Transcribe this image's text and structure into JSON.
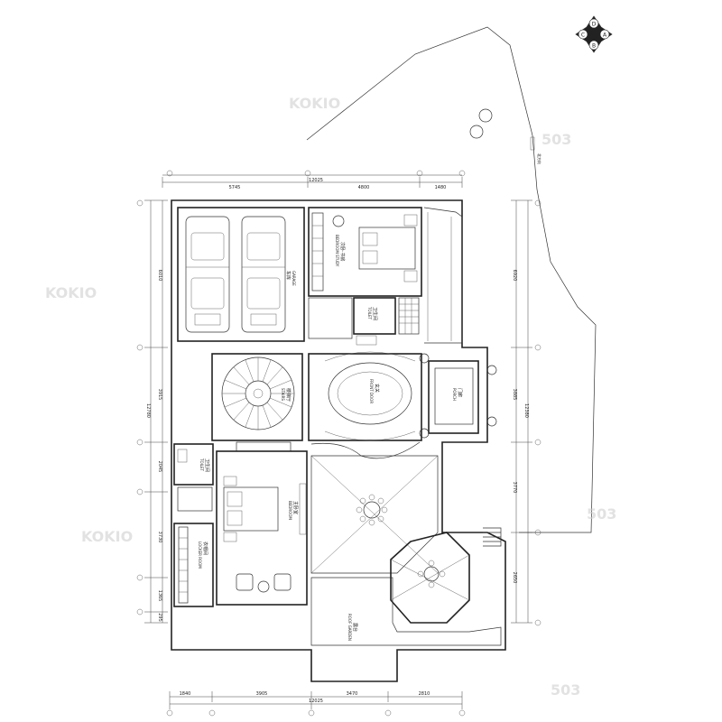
{
  "compass": {
    "letters": [
      "D",
      "A",
      "C",
      "B"
    ]
  },
  "dimensions": {
    "top": [
      "5745",
      "12025",
      "4800",
      "1480"
    ],
    "bottom": [
      "1840",
      "3905",
      "12025",
      "3470",
      "2810"
    ],
    "left": [
      "6010",
      "3915",
      "12780",
      "2045",
      "3730",
      "1365",
      "295"
    ],
    "right": [
      "6920",
      "3885",
      "12380",
      "3770",
      "2650"
    ]
  },
  "rooms": {
    "garage": {
      "cn": "车库",
      "en": "GARAGE"
    },
    "second_bedroom": {
      "cn": "次卧·书房",
      "en": "BEDROOM STUDY"
    },
    "toilet_upper": {
      "cn": "卫生间",
      "en": "TOILET"
    },
    "stairs": {
      "cn": "楼梯厅",
      "en": "STAIRS"
    },
    "front_door": {
      "cn": "玄关",
      "en": "FRONT DOOR"
    },
    "porch": {
      "cn": "门廊",
      "en": "PORCH"
    },
    "toilet_lower": {
      "cn": "卫生间",
      "en": "TOILET"
    },
    "bedroom": {
      "cn": "主卧室",
      "en": "BEDROOM"
    },
    "locker_room": {
      "cn": "衣帽间",
      "en": "LOCKER ROOM"
    },
    "roof_garden": {
      "cn": "露台",
      "en": "ROOF GARDEN"
    }
  },
  "misc": {
    "note": "北方向"
  },
  "watermarks": [
    "KOKIO",
    "503",
    "KOKIO",
    "503",
    "KOKIO",
    "503"
  ]
}
